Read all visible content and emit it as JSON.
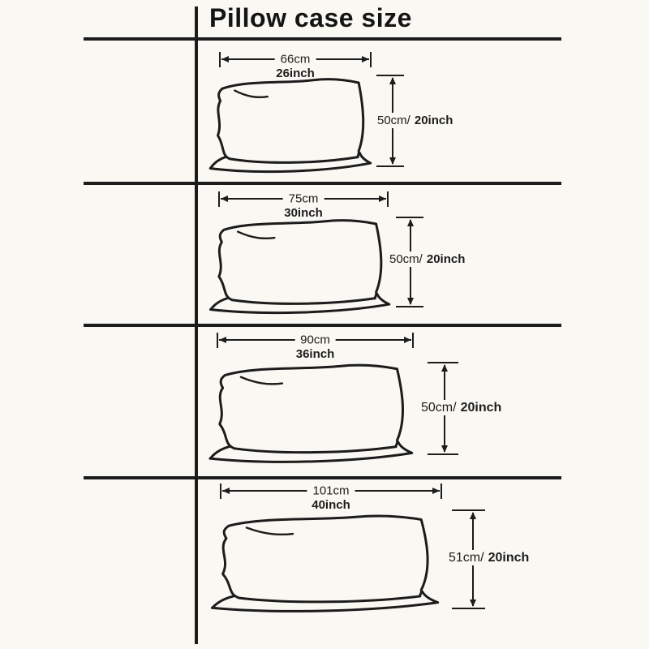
{
  "page": {
    "title": "Pillow case size",
    "background_color": "#faf8f2",
    "ink_color": "#1c1c1c"
  },
  "rows": [
    {
      "width_cm": "66cm",
      "width_inch": "26inch",
      "height_cm": "50cm/",
      "height_inch": "20inch"
    },
    {
      "width_cm": "75cm",
      "width_inch": "30inch",
      "height_cm": "50cm/",
      "height_inch": "20inch"
    },
    {
      "width_cm": "90cm",
      "width_inch": "36inch",
      "height_cm": "50cm/",
      "height_inch": "20inch"
    },
    {
      "width_cm": "101cm",
      "width_inch": "40inch",
      "height_cm": "51cm/",
      "height_inch": "20inch"
    }
  ]
}
